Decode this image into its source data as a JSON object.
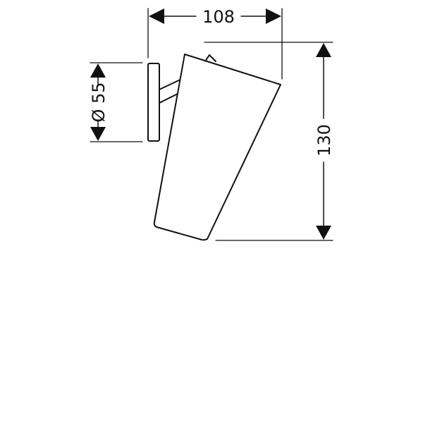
{
  "drawing": {
    "line_color": "#111111",
    "background": "#ffffff",
    "dimensions": {
      "width": "108",
      "height": "130",
      "diameter": "Ø 55"
    }
  }
}
